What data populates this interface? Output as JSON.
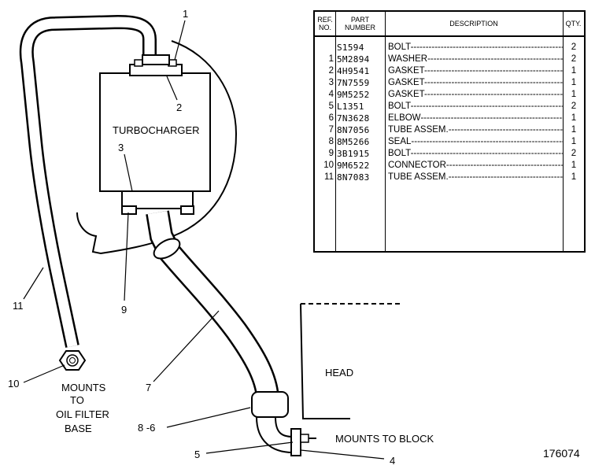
{
  "diagram": {
    "labels": {
      "turbocharger": "TURBOCHARGER",
      "head": "HEAD",
      "mounts_to_block": "MOUNTS TO BLOCK",
      "mounts_to_line1": "MOUNTS",
      "mounts_to_line2": "TO",
      "mounts_to_line3": "OIL FILTER",
      "mounts_to_line4": "BASE",
      "figure_number": "176074"
    },
    "callouts": {
      "c1": "1",
      "c2": "2",
      "c3": "3",
      "c4": "4",
      "c5": "5",
      "c7": "7",
      "c86": "8 -6",
      "c9": "9",
      "c10": "10",
      "c11": "11"
    }
  },
  "parts_table": {
    "headers": {
      "ref_line1": "REF.",
      "ref_line2": "NO.",
      "part_line1": "PART",
      "part_line2": "NUMBER",
      "description": "DESCRIPTION",
      "qty": "QTY."
    },
    "rows": [
      {
        "ref": "",
        "part": "S1594",
        "desc": "BOLT",
        "qty": "2"
      },
      {
        "ref": "1",
        "part": "5M2894",
        "desc": "WASHER",
        "qty": "2"
      },
      {
        "ref": "2",
        "part": "4H9541",
        "desc": "GASKET",
        "qty": "1"
      },
      {
        "ref": "3",
        "part": "7N7559",
        "desc": "GASKET",
        "qty": "1"
      },
      {
        "ref": "4",
        "part": "9M5252",
        "desc": "GASKET",
        "qty": "1"
      },
      {
        "ref": "5",
        "part": "L1351",
        "desc": "BOLT",
        "qty": "2"
      },
      {
        "ref": "6",
        "part": "7N3628",
        "desc": "ELBOW",
        "qty": "1"
      },
      {
        "ref": "7",
        "part": "8N7056",
        "desc": "TUBE ASSEM.",
        "qty": "1"
      },
      {
        "ref": "8",
        "part": "8M5266",
        "desc": "SEAL",
        "qty": "1"
      },
      {
        "ref": "9",
        "part": "3B1915",
        "desc": "BOLT",
        "qty": "2"
      },
      {
        "ref": "10",
        "part": "9M6522",
        "desc": "CONNECTOR",
        "qty": "1"
      },
      {
        "ref": "11",
        "part": "8N7083",
        "desc": "TUBE ASSEM.",
        "qty": "1"
      }
    ]
  }
}
